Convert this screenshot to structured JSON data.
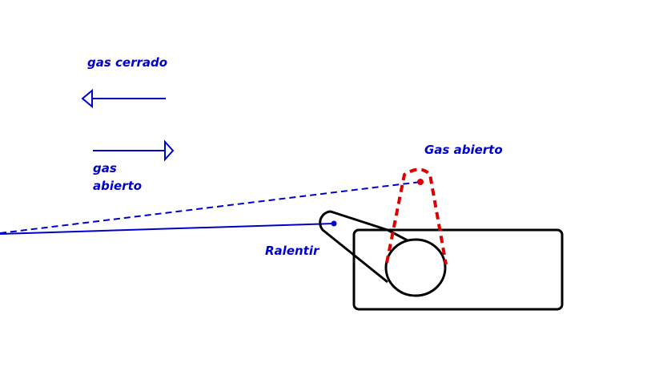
{
  "colors": {
    "blue": "#0000cc",
    "black": "#000000",
    "red": "#dd0000",
    "background": "#ffffff"
  },
  "labels": {
    "gas_cerrado": "gas cerrado",
    "gas_line1": "gas",
    "gas_line2": "abierto",
    "gas_abierto_top": "Gas abierto",
    "ralentir": "Ralentir"
  },
  "icons": {
    "closed_arrow": "arrow-left-icon",
    "open_arrow": "arrow-right-icon"
  }
}
